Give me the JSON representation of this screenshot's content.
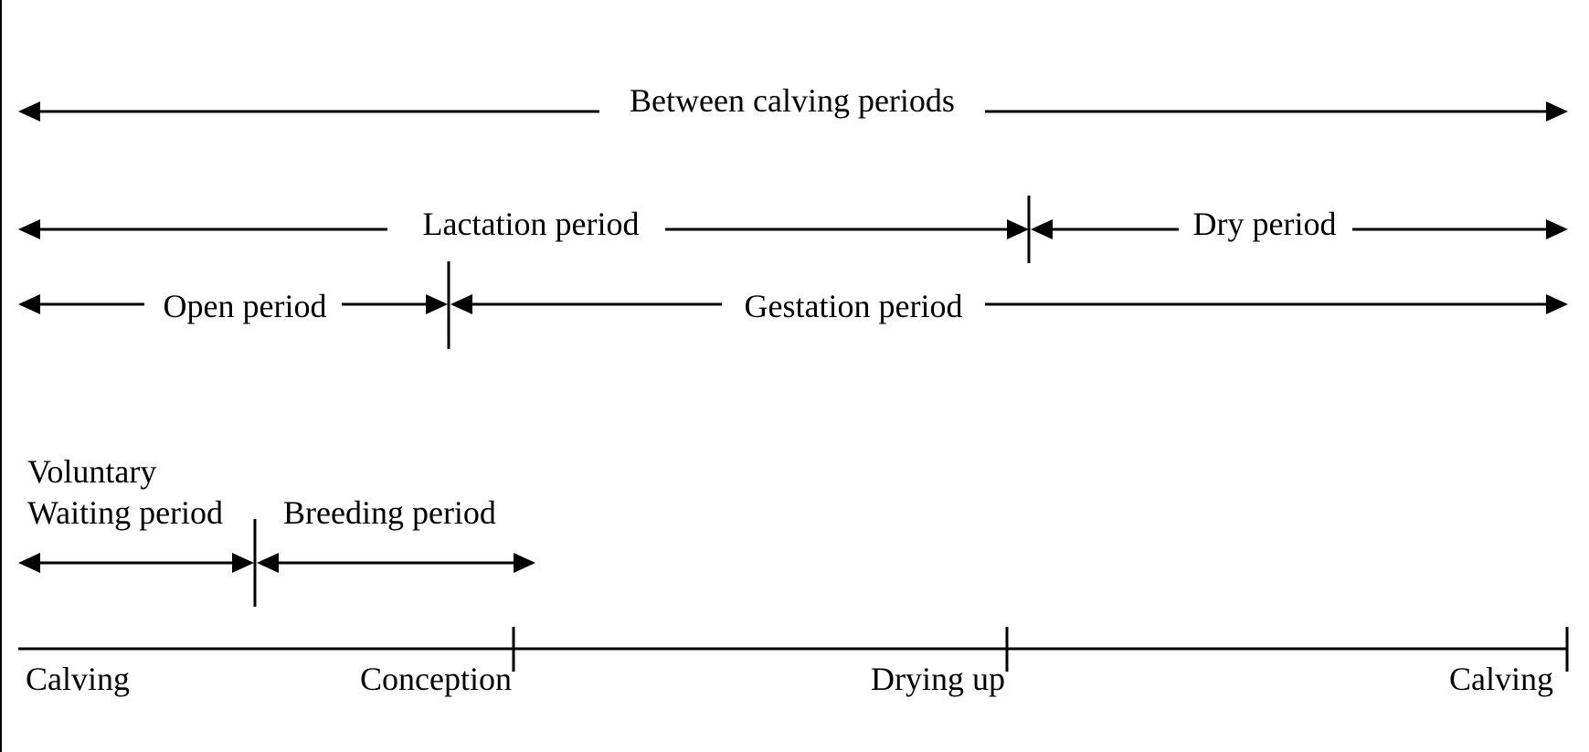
{
  "diagram": {
    "spans": {
      "between_calving": "Between calving periods",
      "lactation": "Lactation period",
      "dry": "Dry period",
      "open": "Open period",
      "gestation": "Gestation period",
      "voluntary_line1": "Voluntary",
      "voluntary_line2": "Waiting period",
      "breeding": "Breeding period"
    },
    "timeline": {
      "calving_start": "Calving",
      "conception": "Conception",
      "drying_up": "Drying up",
      "calving_end": "Calving"
    },
    "colors": {
      "ink": "#000000",
      "background": "#ffffff"
    }
  }
}
